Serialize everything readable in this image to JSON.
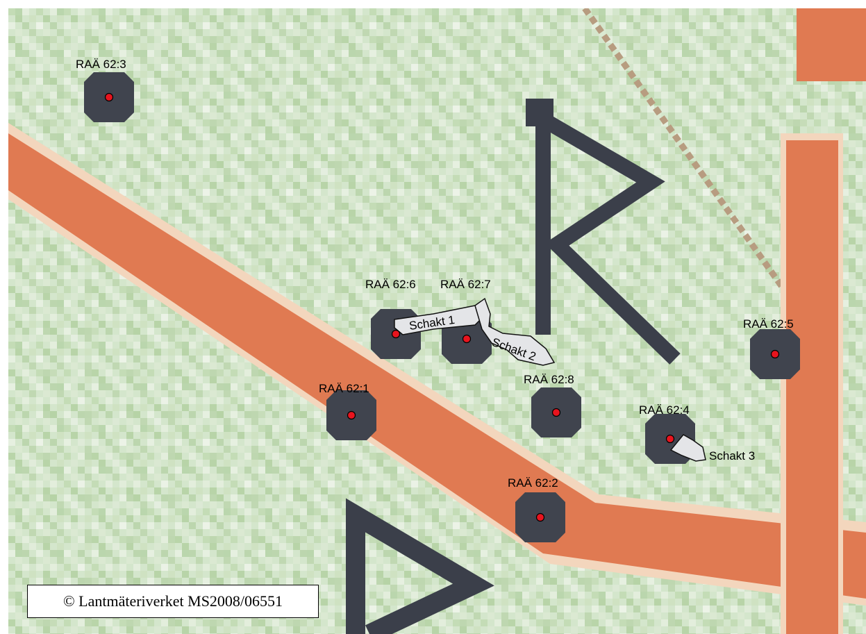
{
  "map": {
    "colors": {
      "ground_light": "#dcebd5",
      "ground_green": "#b6d3a4",
      "road": "#e0774f",
      "road_edge": "#f0c8a8",
      "symbol_dark": "#3b3f4a",
      "site_dark": "#40444e",
      "marker": "#e8141e",
      "trench_fill": "#e4e5e8"
    },
    "sites": [
      {
        "id": "62-3",
        "label": "RAÄ 62:3"
      },
      {
        "id": "62-6",
        "label": "RAÄ 62:6"
      },
      {
        "id": "62-7",
        "label": "RAÄ 62:7"
      },
      {
        "id": "62-5",
        "label": "RAÄ 62:5"
      },
      {
        "id": "62-1",
        "label": "RAÄ 62:1"
      },
      {
        "id": "62-8",
        "label": "RAÄ 62:8"
      },
      {
        "id": "62-4",
        "label": "RAÄ 62:4"
      },
      {
        "id": "62-2",
        "label": "RAÄ 62:2"
      }
    ],
    "trenches": [
      {
        "id": "schakt-1",
        "label": "Schakt 1"
      },
      {
        "id": "schakt-2",
        "label": "Schakt 2"
      },
      {
        "id": "schakt-3",
        "label": "Schakt 3"
      }
    ],
    "copyright": "© Lantmäteriverket MS2008/06551"
  }
}
